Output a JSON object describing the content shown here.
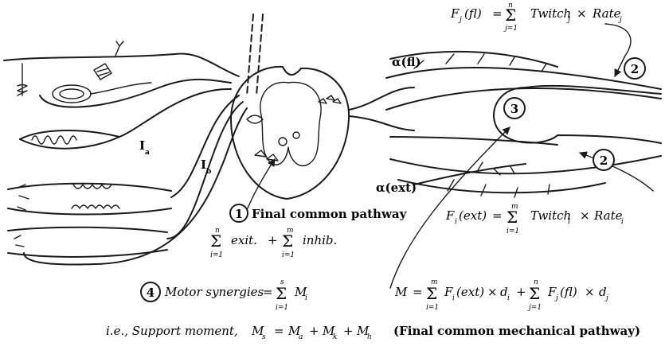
{
  "labels": {
    "ia": "I",
    "ia_sub": "a",
    "ib": "I",
    "ib_sub": "b",
    "alpha_fl": "α(fl)",
    "alpha_ext": "α(ext)"
  },
  "markers": {
    "one": "1",
    "two": "2",
    "three": "3",
    "four": "4"
  },
  "captions": {
    "final_common_pathway": "Final common pathway",
    "final_common_mechanical_pathway": "(Final common mechanical pathway)"
  },
  "equations": {
    "flexor_force": {
      "lhs": "F",
      "lhs_sub": "j",
      "lhs_arg": "(fl)",
      "eq": "=",
      "sum_upper": "n",
      "sum_lower": "j=1",
      "term1": "Twitch",
      "term1_sub": "j",
      "times": "×",
      "term2": "Rate",
      "term2_sub": "j"
    },
    "extensor_force": {
      "lhs": "F",
      "lhs_sub": "i",
      "lhs_arg": "(ext)",
      "eq": "=",
      "sum_upper": "m",
      "sum_lower": "i=1",
      "term1": "Twitch",
      "term1_sub": "i",
      "times": "×",
      "term2": "Rate",
      "term2_sub": "i"
    },
    "input_sum": {
      "sum1_upper": "n",
      "sum1_lower": "i=1",
      "term1": "exit.",
      "plus": "+",
      "sum2_upper": "m",
      "sum2_lower": "i=1",
      "term2": "inhib."
    },
    "motor_synergies": {
      "lhs": "Motor synergies",
      "eq": "=",
      "sum_upper": "s",
      "sum_lower": "i=1",
      "term": "M",
      "term_sub": "i"
    },
    "support_moment": {
      "prefix": "i.e., Support  moment,",
      "m": "M",
      "m_sub": "s",
      "eq": "=",
      "a": "M",
      "a_sub": "a",
      "plus": "+",
      "k": "M",
      "k_sub": "k",
      "h": "M",
      "h_sub": "h"
    },
    "moment": {
      "lhs": "M",
      "eq": "=",
      "sum1_upper": "m",
      "sum1_lower": "i=1",
      "t1": "F",
      "t1_sub": "i",
      "t1_arg": "(ext)",
      "times": "×",
      "d1": "d",
      "d1_sub": "i",
      "plus": "+",
      "sum2_upper": "n",
      "sum2_lower": "j=1",
      "t2": "F",
      "t2_sub": "j",
      "t2_arg": "(fl)",
      "d2": "d",
      "d2_sub": "j"
    }
  }
}
